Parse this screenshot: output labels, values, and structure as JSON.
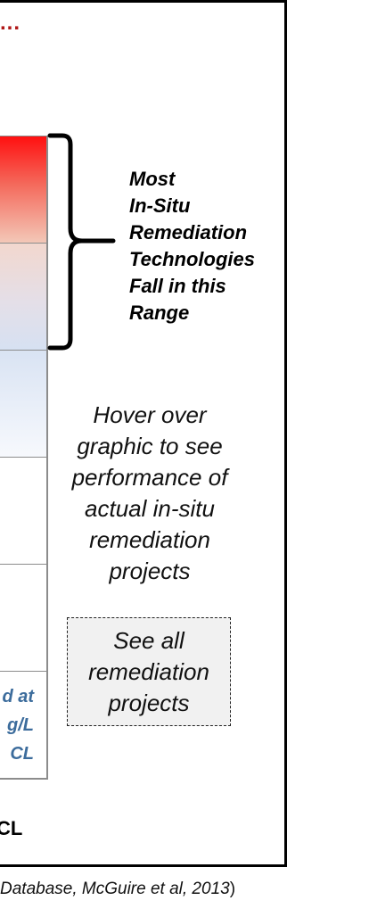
{
  "header": {
    "ellipsis": "..."
  },
  "bands": [
    {
      "id": "band-1",
      "lines": []
    },
    {
      "id": "band-2",
      "lines": []
    },
    {
      "id": "band-3",
      "lines": []
    },
    {
      "id": "band-4",
      "lines": []
    },
    {
      "id": "band-5",
      "lines": []
    },
    {
      "id": "band-6",
      "lines": [
        "d at",
        "g/L",
        "CL"
      ]
    }
  ],
  "range_label": {
    "lines": [
      "Most",
      "In-Situ",
      "Remediation",
      "Technologies",
      "Fall in this",
      "Range"
    ]
  },
  "hover_text": {
    "lines": [
      "Hover over",
      "graphic to see",
      "performance of",
      "actual in-situ",
      "remediation",
      "projects"
    ]
  },
  "see_all_button": {
    "lines": [
      "See all",
      "remediation",
      "projects"
    ]
  },
  "bottom_label": "CL",
  "source": {
    "italic": "Database, McGuire et al, 2013",
    "suffix": ")"
  },
  "colors": {
    "band_top": "#ff1010",
    "band_label": "#3c6c9c",
    "header_dots": "#b01818"
  }
}
